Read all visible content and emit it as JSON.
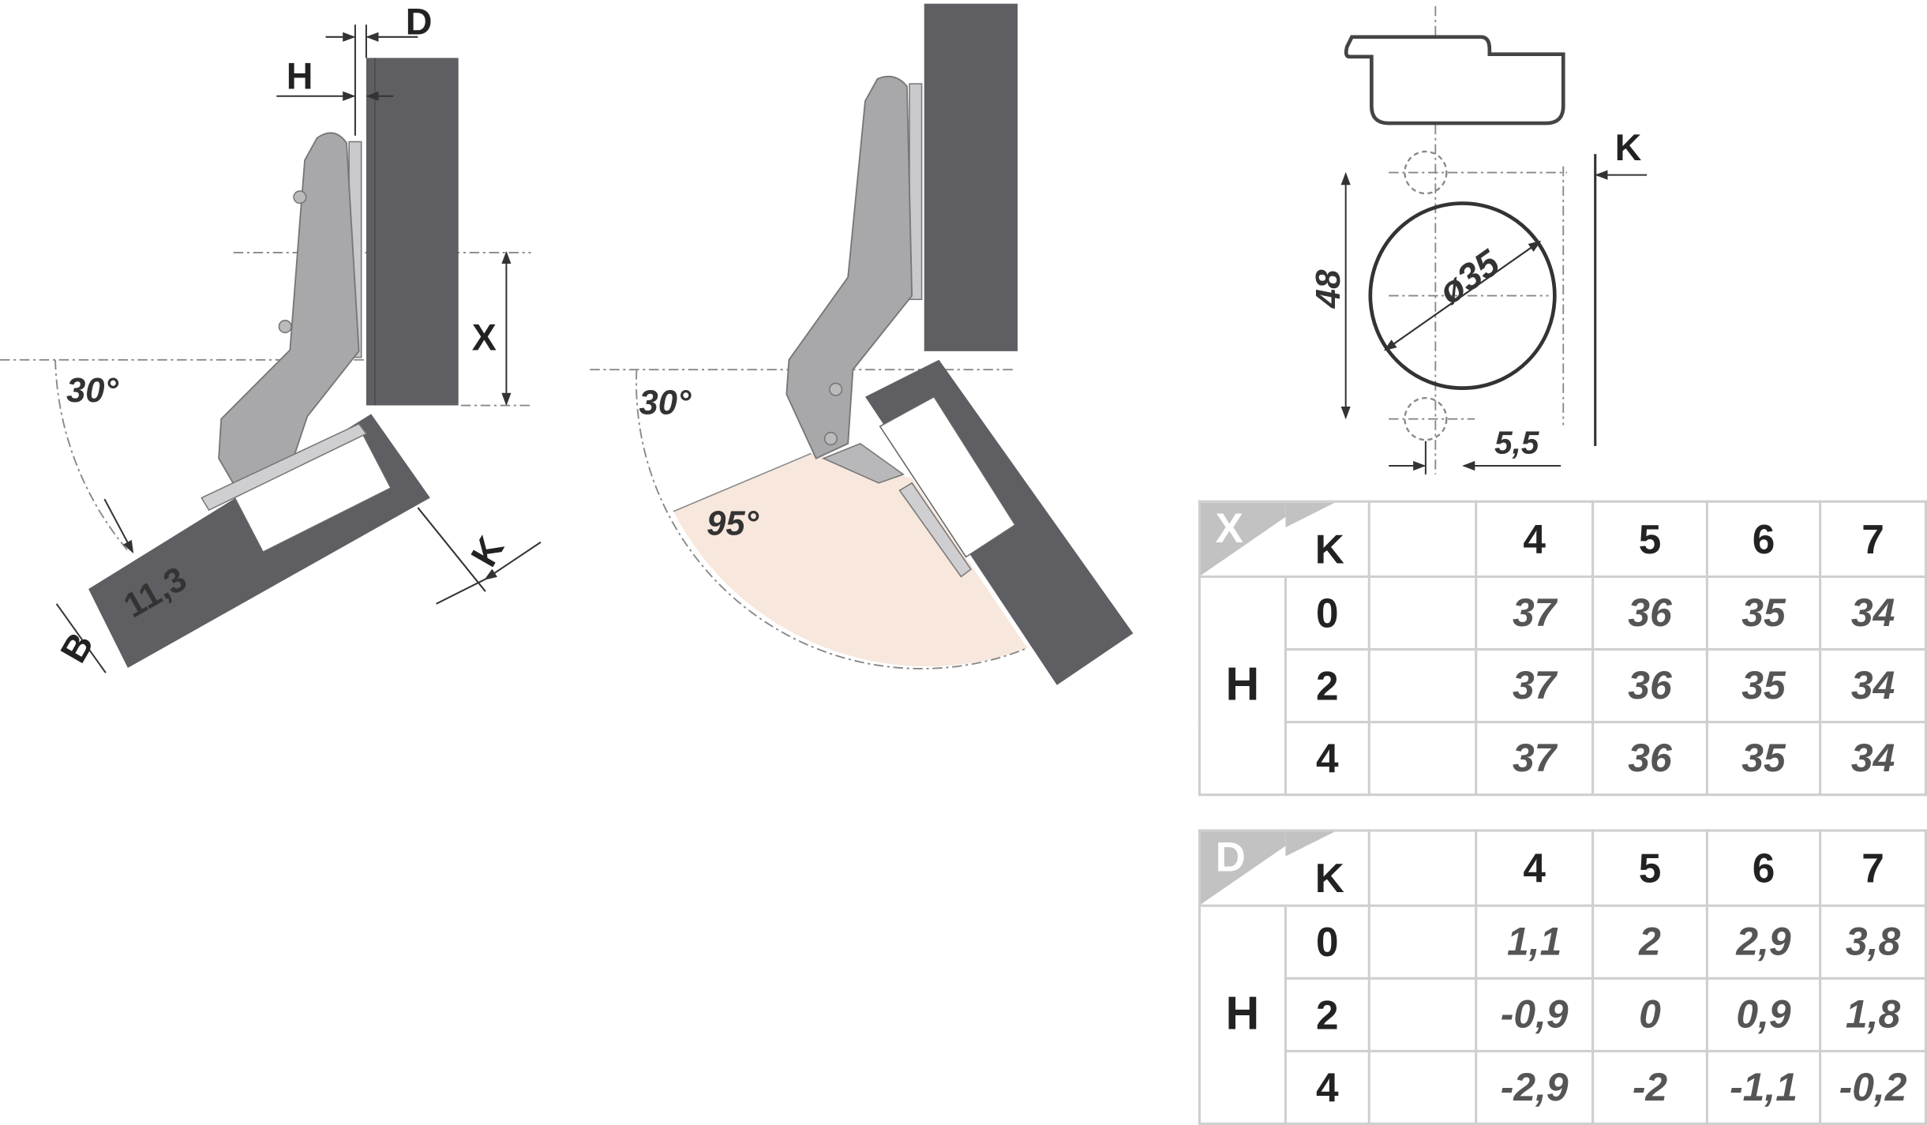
{
  "diagram_labels": {
    "D": "D",
    "H": "H",
    "X": "X",
    "K": "K",
    "B": "B",
    "offset": "11,3",
    "angle_30_left": "30°",
    "angle_30_mid": "30°",
    "angle_95": "95°",
    "cup_diameter": "ø35",
    "hole_spacing": "48",
    "edge_offset": "5,5",
    "K_top": "K"
  },
  "colors": {
    "panel": "#5f5e63",
    "hinge": "#a8a8ab",
    "sector": "#f7e7dd",
    "grid": "#cfcfcf"
  },
  "table_x": {
    "corner_label": "X",
    "k_label": "K",
    "h_label": "H",
    "k_values": [
      "4",
      "5",
      "6",
      "7"
    ],
    "rows": [
      {
        "h": "0",
        "values": [
          "37",
          "36",
          "35",
          "34"
        ]
      },
      {
        "h": "2",
        "values": [
          "37",
          "36",
          "35",
          "34"
        ]
      },
      {
        "h": "4",
        "values": [
          "37",
          "36",
          "35",
          "34"
        ]
      }
    ]
  },
  "table_d": {
    "corner_label": "D",
    "k_label": "K",
    "h_label": "H",
    "k_values": [
      "4",
      "5",
      "6",
      "7"
    ],
    "rows": [
      {
        "h": "0",
        "values": [
          "1,1",
          "2",
          "2,9",
          "3,8"
        ]
      },
      {
        "h": "2",
        "values": [
          "-0,9",
          "0",
          "0,9",
          "1,8"
        ]
      },
      {
        "h": "4",
        "values": [
          "-2,9",
          "-2",
          "-1,1",
          "-0,2"
        ]
      }
    ]
  }
}
